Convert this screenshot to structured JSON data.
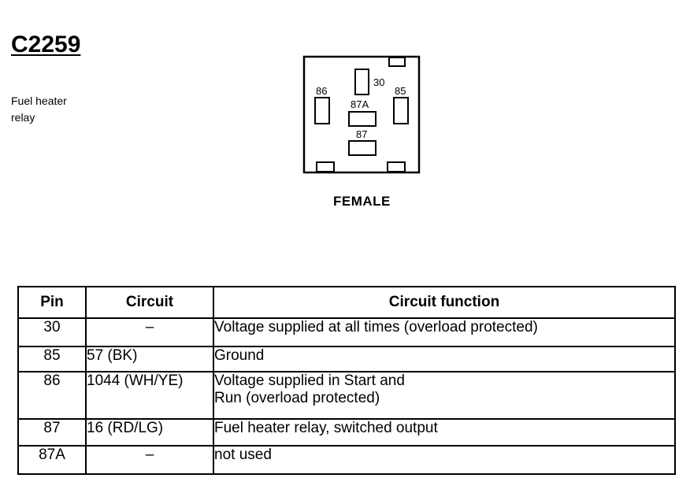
{
  "connector": {
    "title": "C2259",
    "description_lines": [
      "Fuel heater",
      "relay"
    ],
    "gender": "FEMALE",
    "pin_labels": {
      "p30": "30",
      "p85": "85",
      "p86": "86",
      "p87": "87",
      "p87a": "87A"
    }
  },
  "table": {
    "headers": {
      "pin": "Pin",
      "circuit": "Circuit",
      "function": "Circuit function"
    },
    "rows": [
      {
        "pin": "30",
        "circuit": "–",
        "function_lines": [
          "Voltage supplied at all times (overload protected)"
        ]
      },
      {
        "pin": "85",
        "circuit": "57 (BK)",
        "function_lines": [
          "Ground"
        ]
      },
      {
        "pin": "86",
        "circuit": "1044 (WH/YE)",
        "function_lines": [
          "Voltage supplied in Start and",
          "Run (overload protected)"
        ]
      },
      {
        "pin": "87",
        "circuit": "16 (RD/LG)",
        "function_lines": [
          "Fuel heater relay, switched output"
        ]
      },
      {
        "pin": "87A",
        "circuit": "–",
        "function_lines": [
          "not used"
        ]
      }
    ]
  }
}
